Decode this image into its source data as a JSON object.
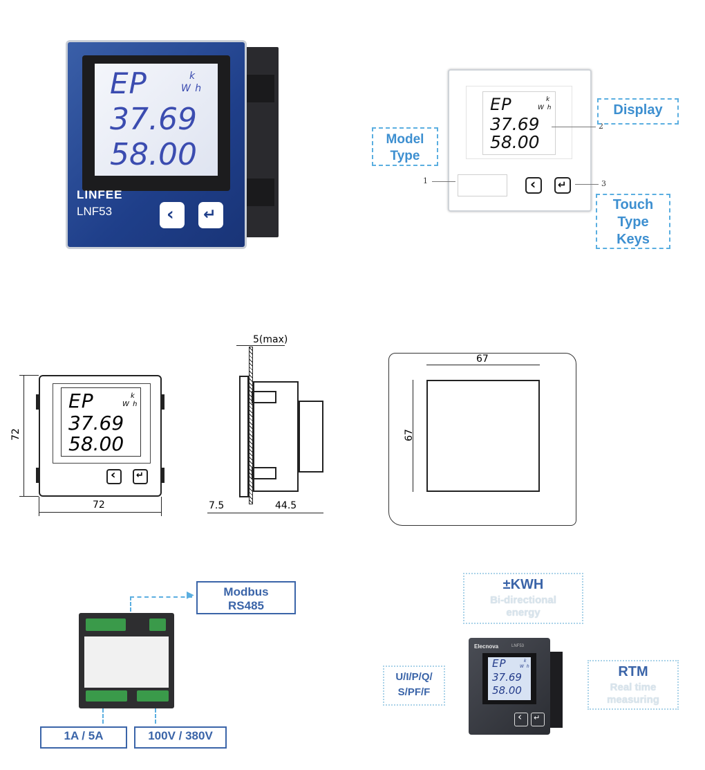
{
  "meter_photo": {
    "lcd_line1": "EP",
    "lcd_unit_k": "k",
    "lcd_unit_wh": "W h",
    "lcd_line2": "37.69",
    "lcd_line3": "58.00",
    "brand": "LINFEE",
    "model": "LNF53"
  },
  "front_diagram": {
    "lcd_line1": "EP",
    "lcd_unit_k": "k",
    "lcd_unit_wh": "W h",
    "lcd_line2": "37.69",
    "lcd_line3": "58.00",
    "label_1": "1",
    "label_2": "2",
    "label_3": "3",
    "callout_model_type": "Model Type",
    "callout_display": "Display",
    "callout_touch_keys": "Touch Type Keys"
  },
  "dimension_front": {
    "lcd_line1": "EP",
    "lcd_unit_k": "k",
    "lcd_unit_wh": "W h",
    "lcd_line2": "37.69",
    "lcd_line3": "58.00",
    "width": "72",
    "height": "72"
  },
  "dimension_side": {
    "panel_max": "5(max)",
    "front_depth": "7.5",
    "rear_depth": "44.5"
  },
  "cutout": {
    "width": "67",
    "height": "67"
  },
  "wiring": {
    "modbus_line1": "Modbus",
    "modbus_line2": "RS485",
    "current_input": "1A / 5A",
    "voltage_input": "100V / 380V"
  },
  "features": {
    "kwh_title": "±KWH",
    "kwh_sub": "Bi-directional energy",
    "rtm_title": "RTM",
    "rtm_sub": "Real time measuring",
    "params": "U/I/P/Q/ S/PF/F",
    "meter_brand": "Elecnova",
    "meter_model": "LNF53",
    "lcd_line1": "EP",
    "lcd_unit_k": "k",
    "lcd_unit_wh": "W h",
    "lcd_line2": "37.69",
    "lcd_line3": "58.00"
  }
}
